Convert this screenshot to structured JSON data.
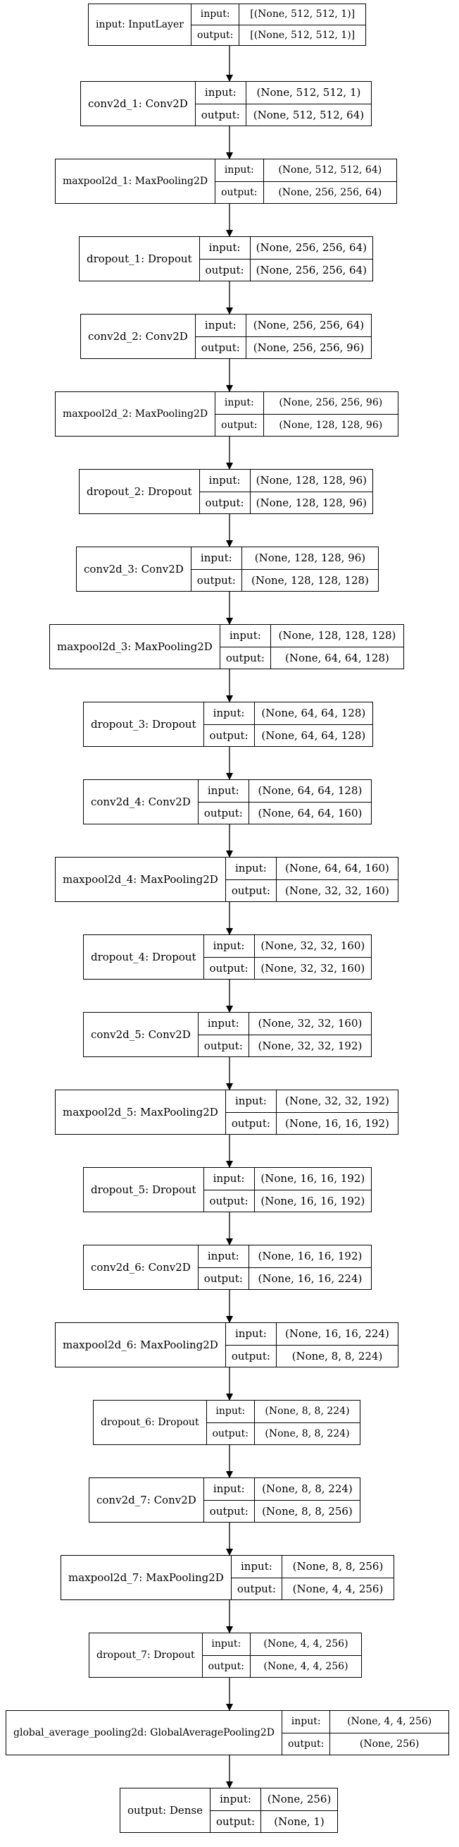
{
  "io_labels": {
    "input": "input:",
    "output": "output:"
  },
  "layers": [
    {
      "name": "input: InputLayer",
      "input": "[(None, 512, 512, 1)]",
      "output": "[(None, 512, 512, 1)]"
    },
    {
      "name": "conv2d_1: Conv2D",
      "input": "(None, 512, 512, 1)",
      "output": "(None, 512, 512, 64)"
    },
    {
      "name": "maxpool2d_1: MaxPooling2D",
      "input": "(None, 512, 512, 64)",
      "output": "(None, 256, 256, 64)"
    },
    {
      "name": "dropout_1: Dropout",
      "input": "(None, 256, 256, 64)",
      "output": "(None, 256, 256, 64)"
    },
    {
      "name": "conv2d_2: Conv2D",
      "input": "(None, 256, 256, 64)",
      "output": "(None, 256, 256, 96)"
    },
    {
      "name": "maxpool2d_2: MaxPooling2D",
      "input": "(None, 256, 256, 96)",
      "output": "(None, 128, 128, 96)"
    },
    {
      "name": "dropout_2: Dropout",
      "input": "(None, 128, 128, 96)",
      "output": "(None, 128, 128, 96)"
    },
    {
      "name": "conv2d_3: Conv2D",
      "input": "(None, 128, 128, 96)",
      "output": "(None, 128, 128, 128)"
    },
    {
      "name": "maxpool2d_3: MaxPooling2D",
      "input": "(None, 128, 128, 128)",
      "output": "(None, 64, 64, 128)"
    },
    {
      "name": "dropout_3: Dropout",
      "input": "(None, 64, 64, 128)",
      "output": "(None, 64, 64, 128)"
    },
    {
      "name": "conv2d_4: Conv2D",
      "input": "(None, 64, 64, 128)",
      "output": "(None, 64, 64, 160)"
    },
    {
      "name": "maxpool2d_4: MaxPooling2D",
      "input": "(None, 64, 64, 160)",
      "output": "(None, 32, 32, 160)"
    },
    {
      "name": "dropout_4: Dropout",
      "input": "(None, 32, 32, 160)",
      "output": "(None, 32, 32, 160)"
    },
    {
      "name": "conv2d_5: Conv2D",
      "input": "(None, 32, 32, 160)",
      "output": "(None, 32, 32, 192)"
    },
    {
      "name": "maxpool2d_5: MaxPooling2D",
      "input": "(None, 32, 32, 192)",
      "output": "(None, 16, 16, 192)"
    },
    {
      "name": "dropout_5: Dropout",
      "input": "(None, 16, 16, 192)",
      "output": "(None, 16, 16, 192)"
    },
    {
      "name": "conv2d_6: Conv2D",
      "input": "(None, 16, 16, 192)",
      "output": "(None, 16, 16, 224)"
    },
    {
      "name": "maxpool2d_6: MaxPooling2D",
      "input": "(None, 16, 16, 224)",
      "output": "(None, 8, 8, 224)"
    },
    {
      "name": "dropout_6: Dropout",
      "input": "(None, 8, 8, 224)",
      "output": "(None, 8, 8, 224)"
    },
    {
      "name": "conv2d_7: Conv2D",
      "input": "(None, 8, 8, 224)",
      "output": "(None, 8, 8, 256)"
    },
    {
      "name": "maxpool2d_7: MaxPooling2D",
      "input": "(None, 8, 8, 256)",
      "output": "(None, 4, 4, 256)"
    },
    {
      "name": "dropout_7: Dropout",
      "input": "(None, 4, 4, 256)",
      "output": "(None, 4, 4, 256)"
    },
    {
      "name": "global_average_pooling2d: GlobalAveragePooling2D",
      "input": "(None, 4, 4, 256)",
      "output": "(None, 256)"
    },
    {
      "name": "output: Dense",
      "input": "(None, 256)",
      "output": "(None, 1)"
    }
  ]
}
